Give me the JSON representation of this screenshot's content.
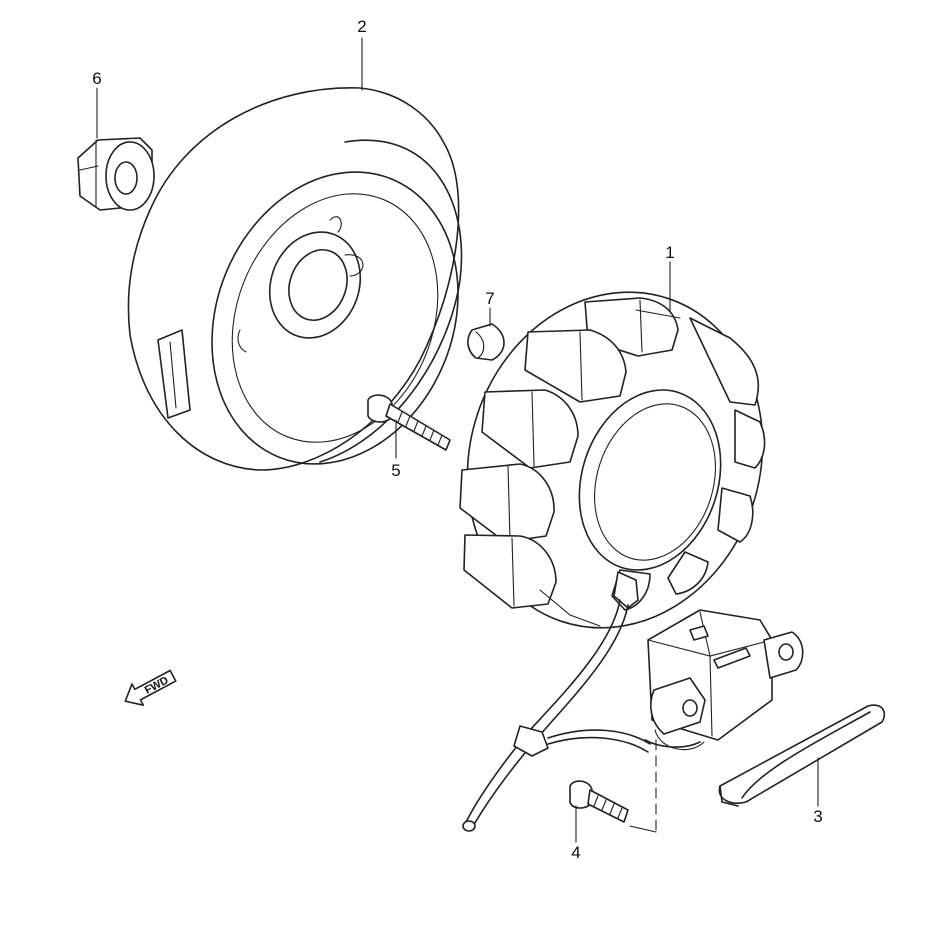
{
  "parts": [
    {
      "id": "part-1",
      "callout": "1",
      "component": "stator-coil"
    },
    {
      "id": "part-2",
      "callout": "2",
      "component": "flywheel-rotor"
    },
    {
      "id": "part-3",
      "callout": "3",
      "component": "wire-clamp"
    },
    {
      "id": "part-4",
      "callout": "4",
      "component": "bolt"
    },
    {
      "id": "part-5",
      "callout": "5",
      "component": "bolt"
    },
    {
      "id": "part-6",
      "callout": "6",
      "component": "nut"
    },
    {
      "id": "part-7",
      "callout": "7",
      "component": "woodruff-key"
    }
  ],
  "direction_marker": {
    "text": "FWD",
    "icon": "fwd-arrow-icon"
  },
  "colors": {
    "line": "#222222",
    "background": "#ffffff"
  }
}
